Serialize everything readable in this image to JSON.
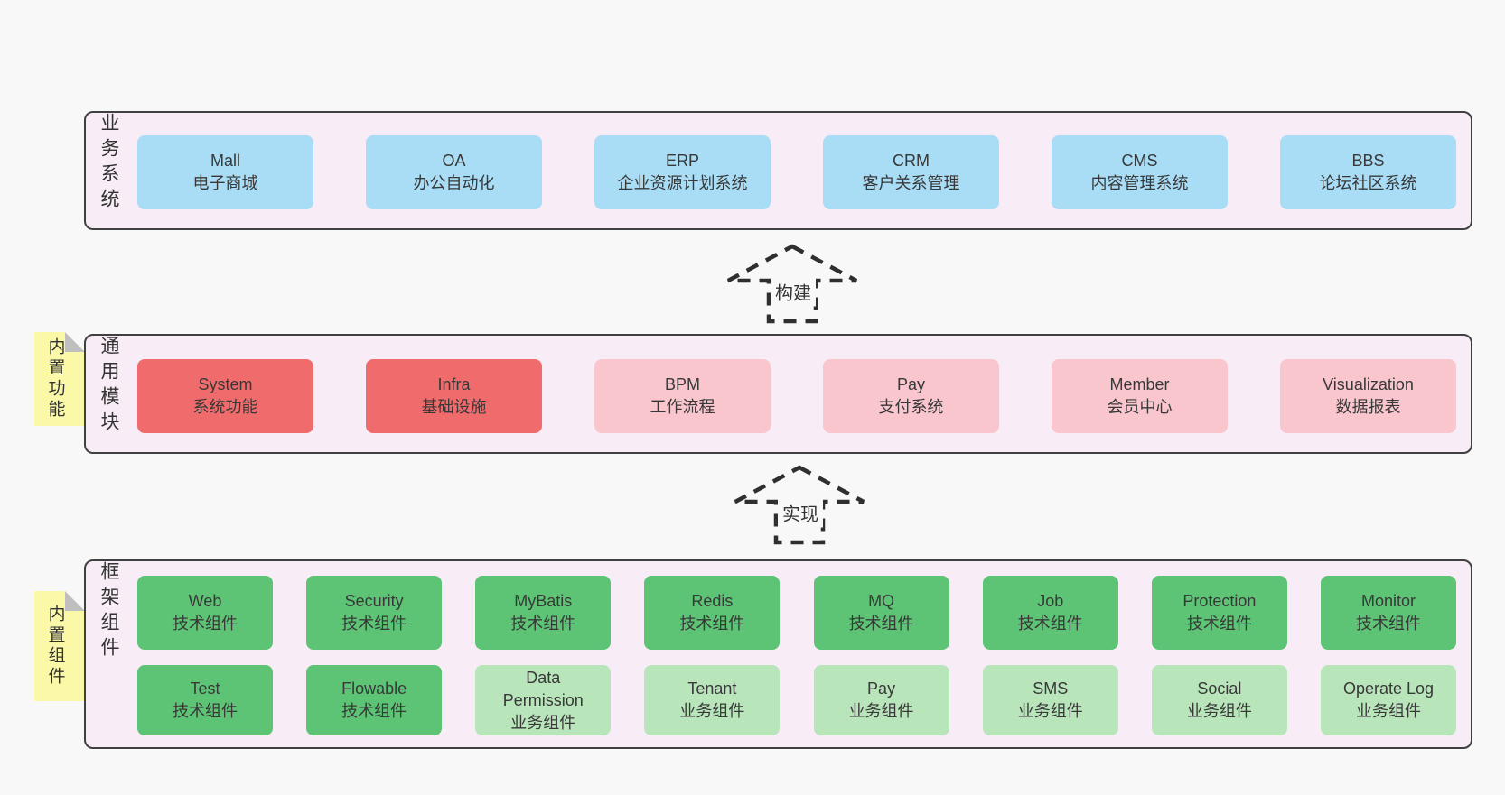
{
  "page": {
    "background": "#f8f8f8"
  },
  "colors": {
    "section_bg": "#f8edf6",
    "section_border": "#404040",
    "blue_box": "#a9dcf5",
    "red_box": "#f06c6c",
    "pink_box": "#f9c6cd",
    "green_box": "#5cc474",
    "light_green_box": "#b9e5bb",
    "note_yellow": "#fbf9a7",
    "note_fold_gray": "#bfbfbf",
    "text": "#383838",
    "dash": "#2f2f2f"
  },
  "sections": [
    {
      "label": "业务系统",
      "boxes": [
        {
          "name": "Mall",
          "desc": "电子商城"
        },
        {
          "name": "OA",
          "desc": "办公自动化"
        },
        {
          "name": "ERP",
          "desc": "企业资源计划系统"
        },
        {
          "name": "CRM",
          "desc": "客户关系管理"
        },
        {
          "name": "CMS",
          "desc": "内容管理系统"
        },
        {
          "name": "BBS",
          "desc": "论坛社区系统"
        }
      ]
    },
    {
      "label": "通用模块",
      "note": "内置功能",
      "boxes": [
        {
          "name": "System",
          "desc": "系统功能",
          "style": "red"
        },
        {
          "name": "Infra",
          "desc": "基础设施",
          "style": "red"
        },
        {
          "name": "BPM",
          "desc": "工作流程",
          "style": "pink"
        },
        {
          "name": "Pay",
          "desc": "支付系统",
          "style": "pink"
        },
        {
          "name": "Member",
          "desc": "会员中心",
          "style": "pink"
        },
        {
          "name": "Visualization",
          "desc": "数据报表",
          "style": "pink"
        }
      ]
    },
    {
      "label": "框架组件",
      "note": "内置组件",
      "rows": [
        [
          {
            "name": "Web",
            "desc": "技术组件",
            "style": "green"
          },
          {
            "name": "Security",
            "desc": "技术组件",
            "style": "green"
          },
          {
            "name": "MyBatis",
            "desc": "技术组件",
            "style": "green"
          },
          {
            "name": "Redis",
            "desc": "技术组件",
            "style": "green"
          },
          {
            "name": "MQ",
            "desc": "技术组件",
            "style": "green"
          },
          {
            "name": "Job",
            "desc": "技术组件",
            "style": "green"
          },
          {
            "name": "Protection",
            "desc": "技术组件",
            "style": "green"
          },
          {
            "name": "Monitor",
            "desc": "技术组件",
            "style": "green"
          }
        ],
        [
          {
            "name": "Test",
            "desc": "技术组件",
            "style": "green"
          },
          {
            "name": "Flowable",
            "desc": "技术组件",
            "style": "green"
          },
          {
            "name": "Data Permission",
            "desc": "业务组件",
            "style": "light-green"
          },
          {
            "name": "Tenant",
            "desc": "业务组件",
            "style": "light-green"
          },
          {
            "name": "Pay",
            "desc": "业务组件",
            "style": "light-green"
          },
          {
            "name": "SMS",
            "desc": "业务组件",
            "style": "light-green"
          },
          {
            "name": "Social",
            "desc": "业务组件",
            "style": "light-green"
          },
          {
            "name": "Operate Log",
            "desc": "业务组件",
            "style": "light-green"
          }
        ]
      ]
    }
  ],
  "arrows": [
    {
      "label": "构建"
    },
    {
      "label": "实现"
    }
  ]
}
